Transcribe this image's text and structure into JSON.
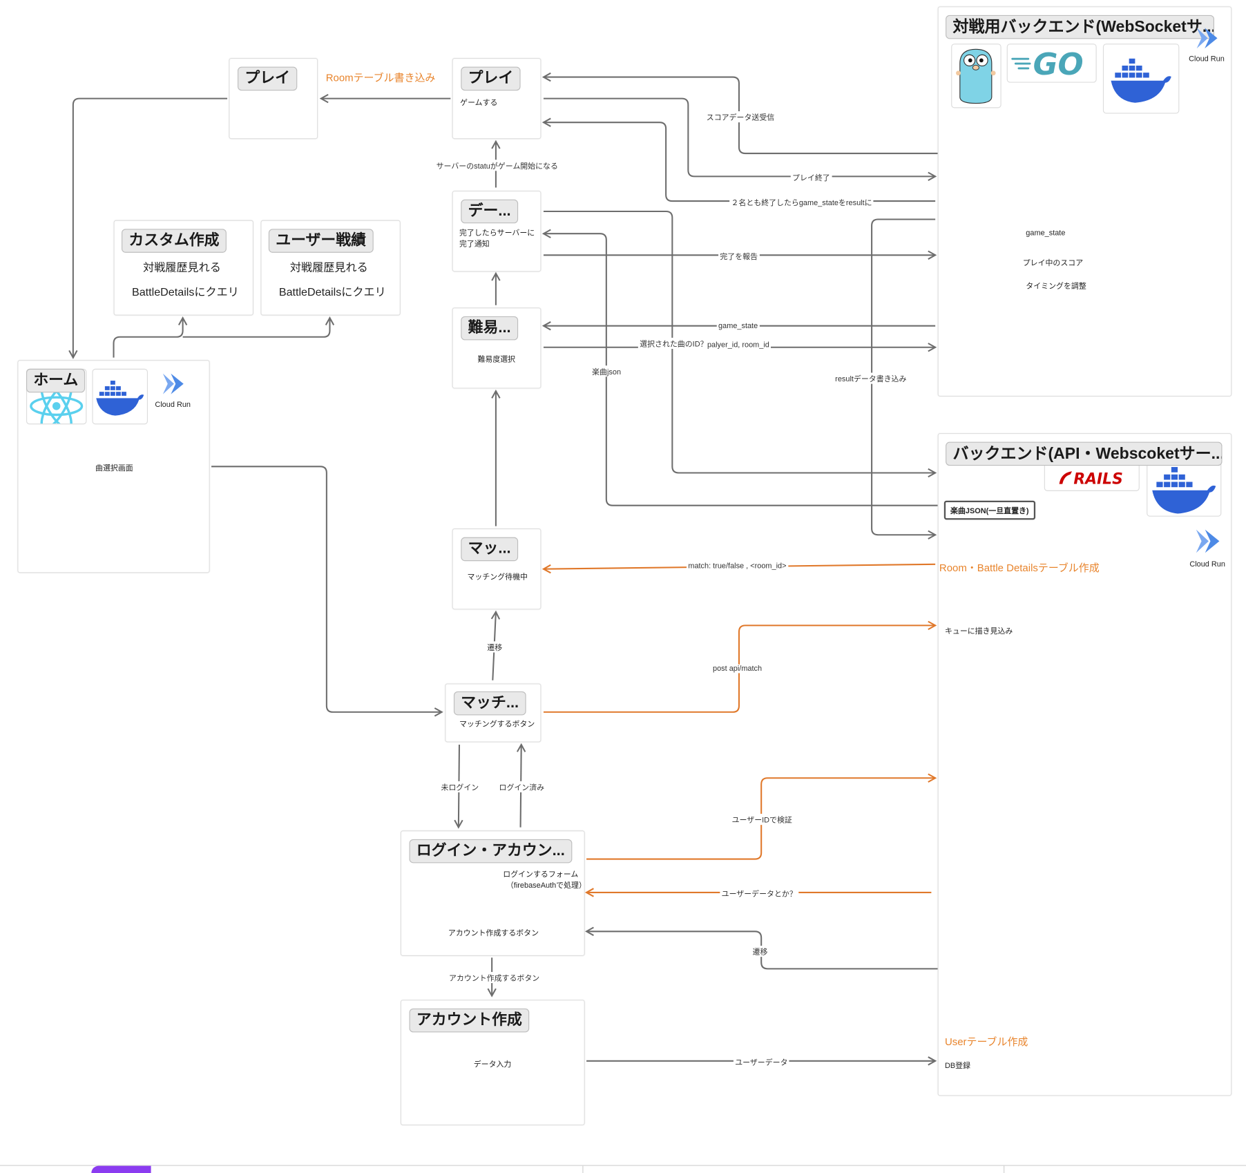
{
  "colors": {
    "gray_line": "#6d6d6d",
    "orange_line": "#e0782a",
    "orange_text": "#e8842c",
    "docker_blue": "#2f62d6",
    "cloudrun_blue": "#4d8ae6",
    "go_teal": "#4aa6b8",
    "rails_red": "#cc0000",
    "footer_purple": "#8b3cf0"
  },
  "nodes": {
    "play_left": {
      "tag": "プレイ"
    },
    "play_main": {
      "tag": "プレイ",
      "sub": "ゲームする"
    },
    "data_node": {
      "tag": "デー...",
      "line1": "完了したらサーバーに",
      "line2": "完了通知"
    },
    "difficulty": {
      "tag": "難易...",
      "sub": "難易度選択"
    },
    "custom": {
      "tag": "カスタム作成",
      "line1": "対戦履歴見れる",
      "line2": "BattleDetailsにクエリ"
    },
    "user_record": {
      "tag": "ユーザー戦績",
      "line1": "対戦履歴見れる",
      "line2": "BattleDetailsにクエリ"
    },
    "home": {
      "tag": "ホーム",
      "sub": "曲選択画面",
      "cloud_run": "Cloud Run"
    },
    "matching_wait": {
      "tag": "マッ...",
      "sub": "マッチング待機中"
    },
    "match_button": {
      "tag": "マッチ...",
      "sub": "マッチングするボタン"
    },
    "login": {
      "tag": "ログイン・アカウン...",
      "line1": "ログインするフォーム",
      "line2": "（firebaseAuthで処理）",
      "line3": "アカウント作成するボタン"
    },
    "account_create": {
      "tag": "アカウント作成",
      "sub": "データ入力"
    },
    "battle_backend": {
      "tag": "対戦用バックエンド(WebSocketサ...",
      "cloud_run": "Cloud Run",
      "text1": "game_state",
      "text2": "プレイ中のスコア",
      "text3": "タイミングを調整",
      "go_logo": "GO"
    },
    "backend": {
      "tag": "バックエンド(API・Webscoketサー...",
      "cloud_run": "Cloud Run",
      "rails_logo": "RAILS",
      "json_box": "楽曲JSON(一旦直置き)",
      "room_table": "Room・Battle Detailsテーブル作成",
      "queue": "キューに描き見込み",
      "user_table": "Userテーブル作成",
      "db": "DB登録"
    }
  },
  "edge_labels": {
    "room_write": "Roomテーブル書き込み",
    "score_send": "スコアデータ送受信",
    "play_end": "プレイ終了",
    "both_end": "２名とも終了したらgame_stateをresultに",
    "server_status": "サーバーのstatuがゲーム開始になる",
    "report_done": "完了を報告",
    "game_state": "game_state",
    "selected_song": "選択された曲のID？",
    "player_room": "palyer_id, room_id",
    "song_json": "楽曲json",
    "result_write": "resultデータ書き込み",
    "match_result": "match: true/false , <room_id>",
    "transition": "遷移",
    "post_match": "post api/match",
    "not_logged": "未ログイン",
    "logged": "ログイン済み",
    "verify_user": "ユーザーIDで検証",
    "user_data_q": "ユーザーデータとか？",
    "transition2": "遷移",
    "account_btn": "アカウント作成するボタン",
    "user_data": "ユーザーデータ"
  }
}
